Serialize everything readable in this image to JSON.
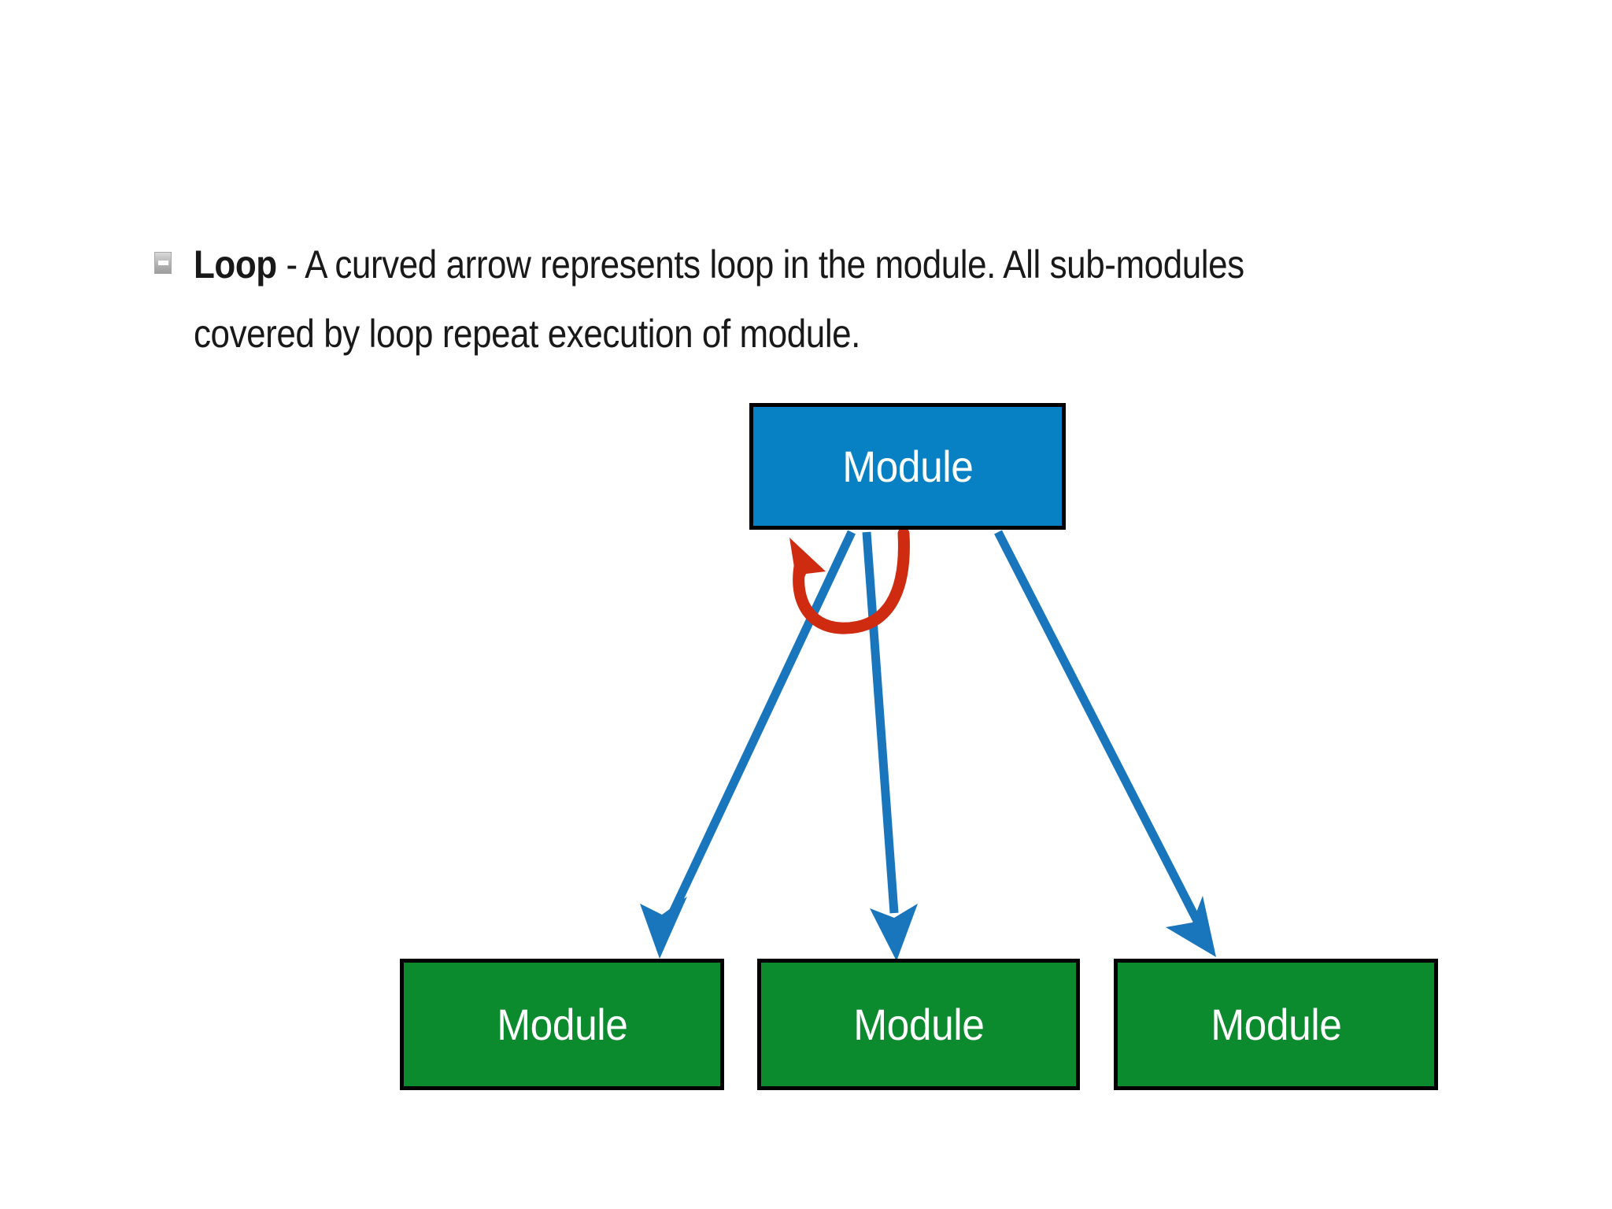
{
  "slide": {
    "background_color": "#ffffff"
  },
  "bullet": {
    "marker_icon": "square-bullet-icon",
    "marker_color": "#b9b9b9",
    "term": "Loop",
    "body": " - A curved arrow represents loop in the module. All sub-modules covered by loop repeat execution of module.",
    "text_color": "#191919"
  },
  "diagram": {
    "root": {
      "label": "Module",
      "fill": "#0781c4",
      "border": "#000000",
      "text_color": "#ffffff"
    },
    "children": [
      {
        "label": "Module",
        "fill": "#0b8a2e",
        "border": "#000000",
        "text_color": "#ffffff"
      },
      {
        "label": "Module",
        "fill": "#0b8a2e",
        "border": "#000000",
        "text_color": "#ffffff"
      },
      {
        "label": "Module",
        "fill": "#0b8a2e",
        "border": "#000000",
        "text_color": "#ffffff"
      }
    ],
    "connectors": {
      "color": "#1a76bc",
      "count": 3,
      "style": "straight-arrow"
    },
    "loop_arrow": {
      "color": "#cf2b10",
      "style": "curved-arrow",
      "semantic": "loop-indicator"
    }
  }
}
